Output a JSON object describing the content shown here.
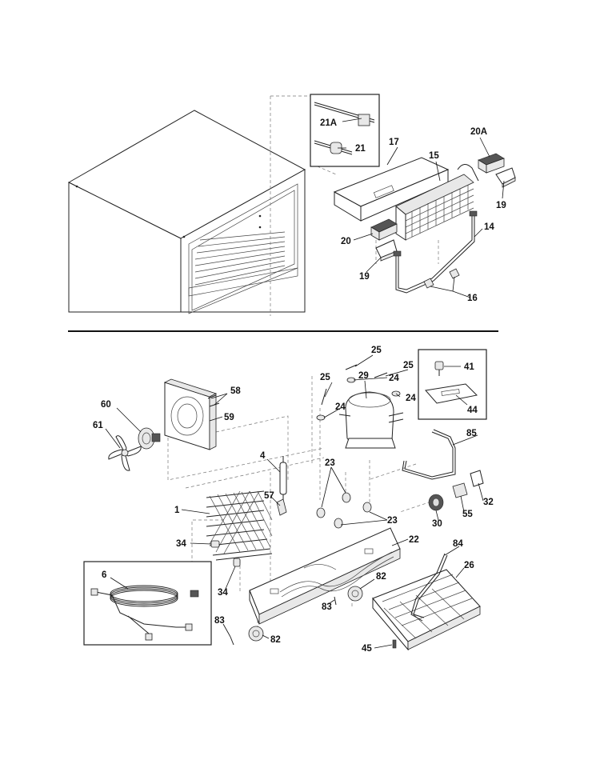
{
  "labels": {
    "p21A": "21A",
    "p21": "21",
    "p17": "17",
    "p15": "15",
    "p20A": "20A",
    "p19a": "19",
    "p20": "20",
    "p14": "14",
    "p19b": "19",
    "p16": "16",
    "p25a": "25",
    "p25b": "25",
    "p25c": "25",
    "p29": "29",
    "p24a": "24",
    "p24b": "24",
    "p24c": "24",
    "p41": "41",
    "p44": "44",
    "p58": "58",
    "p59": "59",
    "p60": "60",
    "p61": "61",
    "p4": "4",
    "p85": "85",
    "p23a": "23",
    "p23b": "23",
    "p57": "57",
    "p1": "1",
    "p32": "32",
    "p55": "55",
    "p30": "30",
    "p22": "22",
    "p34a": "34",
    "p34b": "34",
    "p84": "84",
    "p26": "26",
    "p6": "6",
    "p82a": "82",
    "p83a": "83",
    "p83b": "83",
    "p82b": "82",
    "p45": "45"
  }
}
